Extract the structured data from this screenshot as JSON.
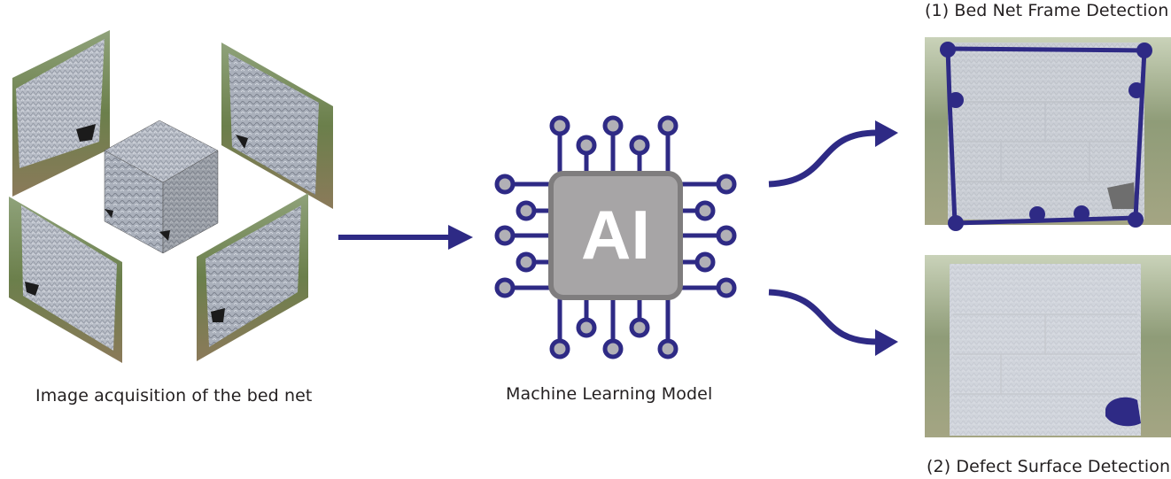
{
  "labels": {
    "acquisition": "Image acquisition of the bed net",
    "model": "Machine Learning Model",
    "frame_detection": "(1) Bed Net Frame Detection",
    "defect_detection": "(2) Defect Surface Detection"
  },
  "chip": {
    "text": "AI"
  },
  "colors": {
    "accent": "#2e2a85",
    "chip_fill": "#a7a5a6",
    "chip_border": "#7f7d7e",
    "pin_fill": "#b1b0b6",
    "net": "#c9ccd4",
    "grass": "#6f8a4a",
    "soil": "#8a6a4e"
  },
  "icons": [
    "arrow-right-icon",
    "chip-icon",
    "curved-arrow-icon"
  ]
}
